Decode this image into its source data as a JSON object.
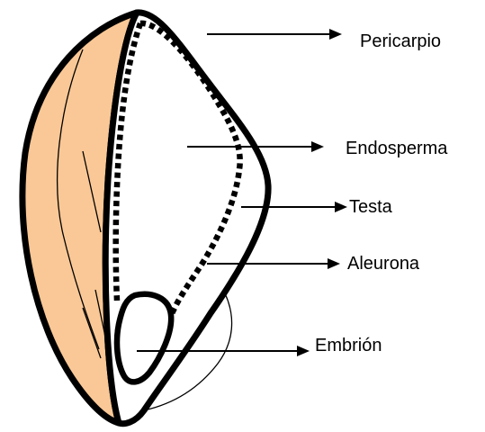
{
  "diagram": {
    "labels": {
      "pericarpio": "Pericarpio",
      "endosperma": "Endosperma",
      "testa": "Testa",
      "aleurona": "Aleurona",
      "embrion": "Embrión"
    },
    "colors": {
      "pericarp_fill": "#FAC896",
      "outline": "#000000",
      "background": "#FFFFFF"
    }
  }
}
